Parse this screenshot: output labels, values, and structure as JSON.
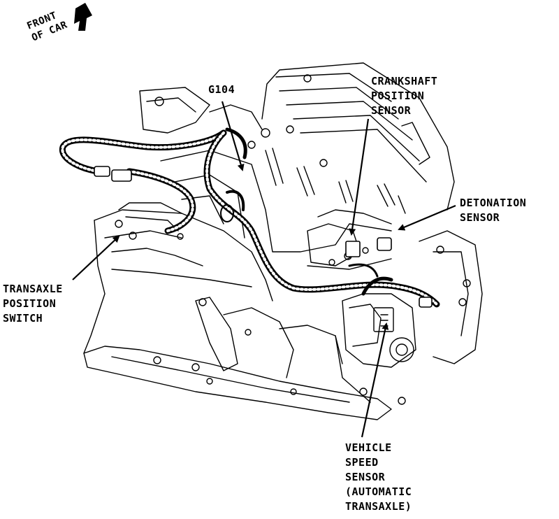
{
  "labels": {
    "front": [
      "FRONT",
      "OF CAR"
    ],
    "g104": [
      "G104"
    ],
    "crankshaft": [
      "CRANKSHAFT",
      "POSITION",
      "SENSOR"
    ],
    "detonation": [
      "DETONATION",
      "SENSOR"
    ],
    "transaxle": [
      "TRANSAXLE",
      "POSITION",
      "SWITCH"
    ],
    "vss": [
      "VEHICLE",
      "SPEED",
      "SENSOR",
      "(AUTOMATIC",
      "TRANSAXLE)"
    ]
  },
  "colors": {
    "ink": "#000000",
    "paper": "#ffffff"
  }
}
